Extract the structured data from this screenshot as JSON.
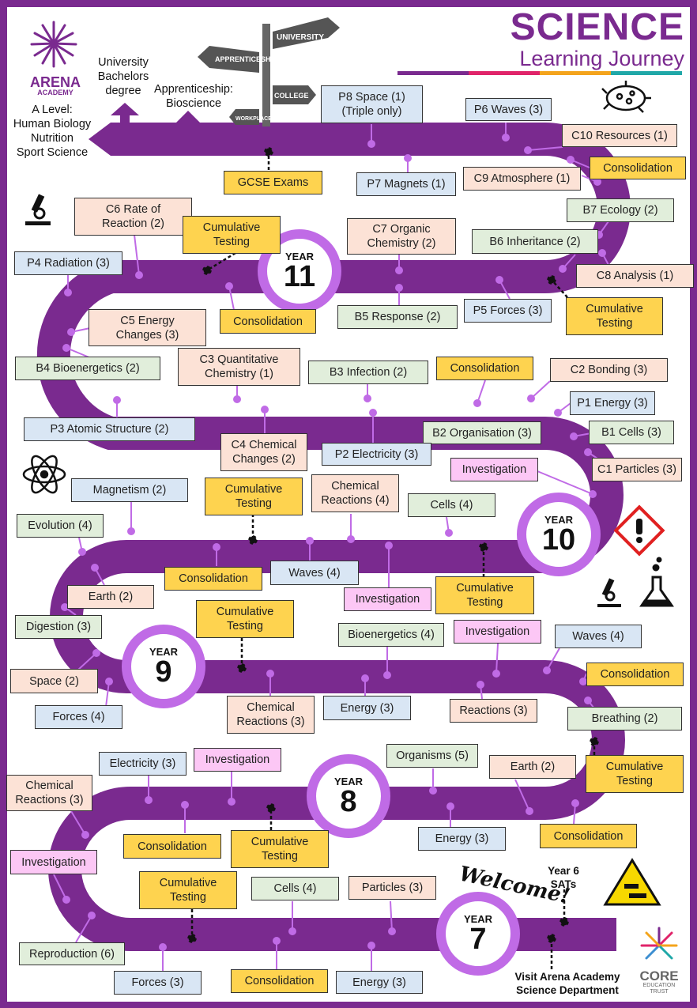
{
  "title": {
    "main": "SCIENCE",
    "sub": "Learning Journey"
  },
  "logo_arena": {
    "name": "ARENA",
    "sub": "ACADEMY"
  },
  "logo_core": {
    "name": "CORE",
    "sub": "EDUCATION\nTRUST"
  },
  "colors": {
    "road": "#7a2a8f",
    "ring": "#c06be6",
    "blue": "#d9e6f4",
    "peach": "#fce2d6",
    "green": "#e1eedb",
    "yellow": "#fed34f",
    "pink": "#fcc7f5"
  },
  "destinations": {
    "alevel": "A Level:\nHuman Biology\nNutrition\nSport Science",
    "university": "University\nBachelors\ndegree",
    "apprenticeship": "Apprenticeship:\nBioscience"
  },
  "signpost": [
    "UNIVERSITY",
    "APPRENTICESHIP",
    "COLLEGE",
    "WORKPLACE"
  ],
  "years": {
    "y7": "7",
    "y8": "8",
    "y9": "9",
    "y10": "10",
    "y11": "11",
    "label": "YEAR"
  },
  "welcome": "Welcome!",
  "sats": "Year 6\nSATs",
  "visit": "Visit Arena Academy\nScience Department",
  "year11": {
    "p8": "P8 Space (1)\n(Triple only)",
    "p6": "P6 Waves (3)",
    "c10": "C10 Resources  (1)",
    "gcse": "GCSE Exams",
    "p7": "P7 Magnets (1)",
    "c9": "C9 Atmosphere (1)",
    "cons1": "Consolidation",
    "b7": "B7 Ecology (2)",
    "c6": "C6 Rate of\nReaction (2)",
    "cumu1": "Cumulative\nTesting",
    "c7": "C7 Organic\nChemistry (2)",
    "b6": "B6 Inheritance (2)",
    "p4": "P4 Radiation (3)",
    "c8": "C8 Analysis (1)",
    "cons2": "Consolidation",
    "b5": "B5 Response (2)",
    "p5": "P5 Forces (3)",
    "cumu2": "Cumulative\nTesting"
  },
  "year10": {
    "c5": "C5 Energy\nChanges (3)",
    "b4": "B4 Bioenergetics (2)",
    "c3": "C3 Quantitative\nChemistry (1)",
    "b3": "B3 Infection (2)",
    "cons1": "Consolidation",
    "c2": "C2 Bonding (3)",
    "p1": "P1 Energy (3)",
    "p3": "P3 Atomic Structure (2)",
    "b2": "B2 Organisation (3)",
    "b1": "B1 Cells (3)",
    "c4": "C4 Chemical\nChanges (2)",
    "p2": "P2 Electricity (3)",
    "inv": "Investigation",
    "c1": "C1 Particles (3)"
  },
  "year9": {
    "magnetism": "Magnetism (2)",
    "cumu1": "Cumulative\nTesting",
    "chemreact": "Chemical\nReactions (4)",
    "cells": "Cells (4)",
    "evolution": "Evolution (4)",
    "cons": "Consolidation",
    "waves": "Waves (4)",
    "inv": "Investigation",
    "cumu2": "Cumulative\nTesting",
    "earth": "Earth (2)"
  },
  "year8": {
    "digestion": "Digestion (3)",
    "cumu": "Cumulative\nTesting",
    "bioenerg": "Bioenergetics (4)",
    "inv": "Investigation",
    "waves": "Waves (4)",
    "cons": "Consolidation",
    "space": "Space (2)",
    "chemreact": "Chemical\nReactions (3)",
    "energy": "Energy (3)",
    "reactions": "Reactions (3)",
    "forces": "Forces (4)",
    "breathing": "Breathing (2)"
  },
  "year7": {
    "electricity": "Electricity (3)",
    "inv1": "Investigation",
    "organisms": "Organisms (5)",
    "earth": "Earth (2)",
    "cumu1": "Cumulative\nTesting",
    "chemreact": "Chemical\nReactions (3)",
    "cons1": "Consolidation",
    "cumu2": "Cumulative\nTesting",
    "energy1": "Energy (3)",
    "cons2": "Consolidation",
    "inv2": "Investigation",
    "cumu3": "Cumulative\nTesting",
    "cells": "Cells (4)",
    "particles": "Particles (3)",
    "reproduction": "Reproduction (6)",
    "forces": "Forces (3)",
    "cons3": "Consolidation",
    "energy2": "Energy (3)"
  }
}
